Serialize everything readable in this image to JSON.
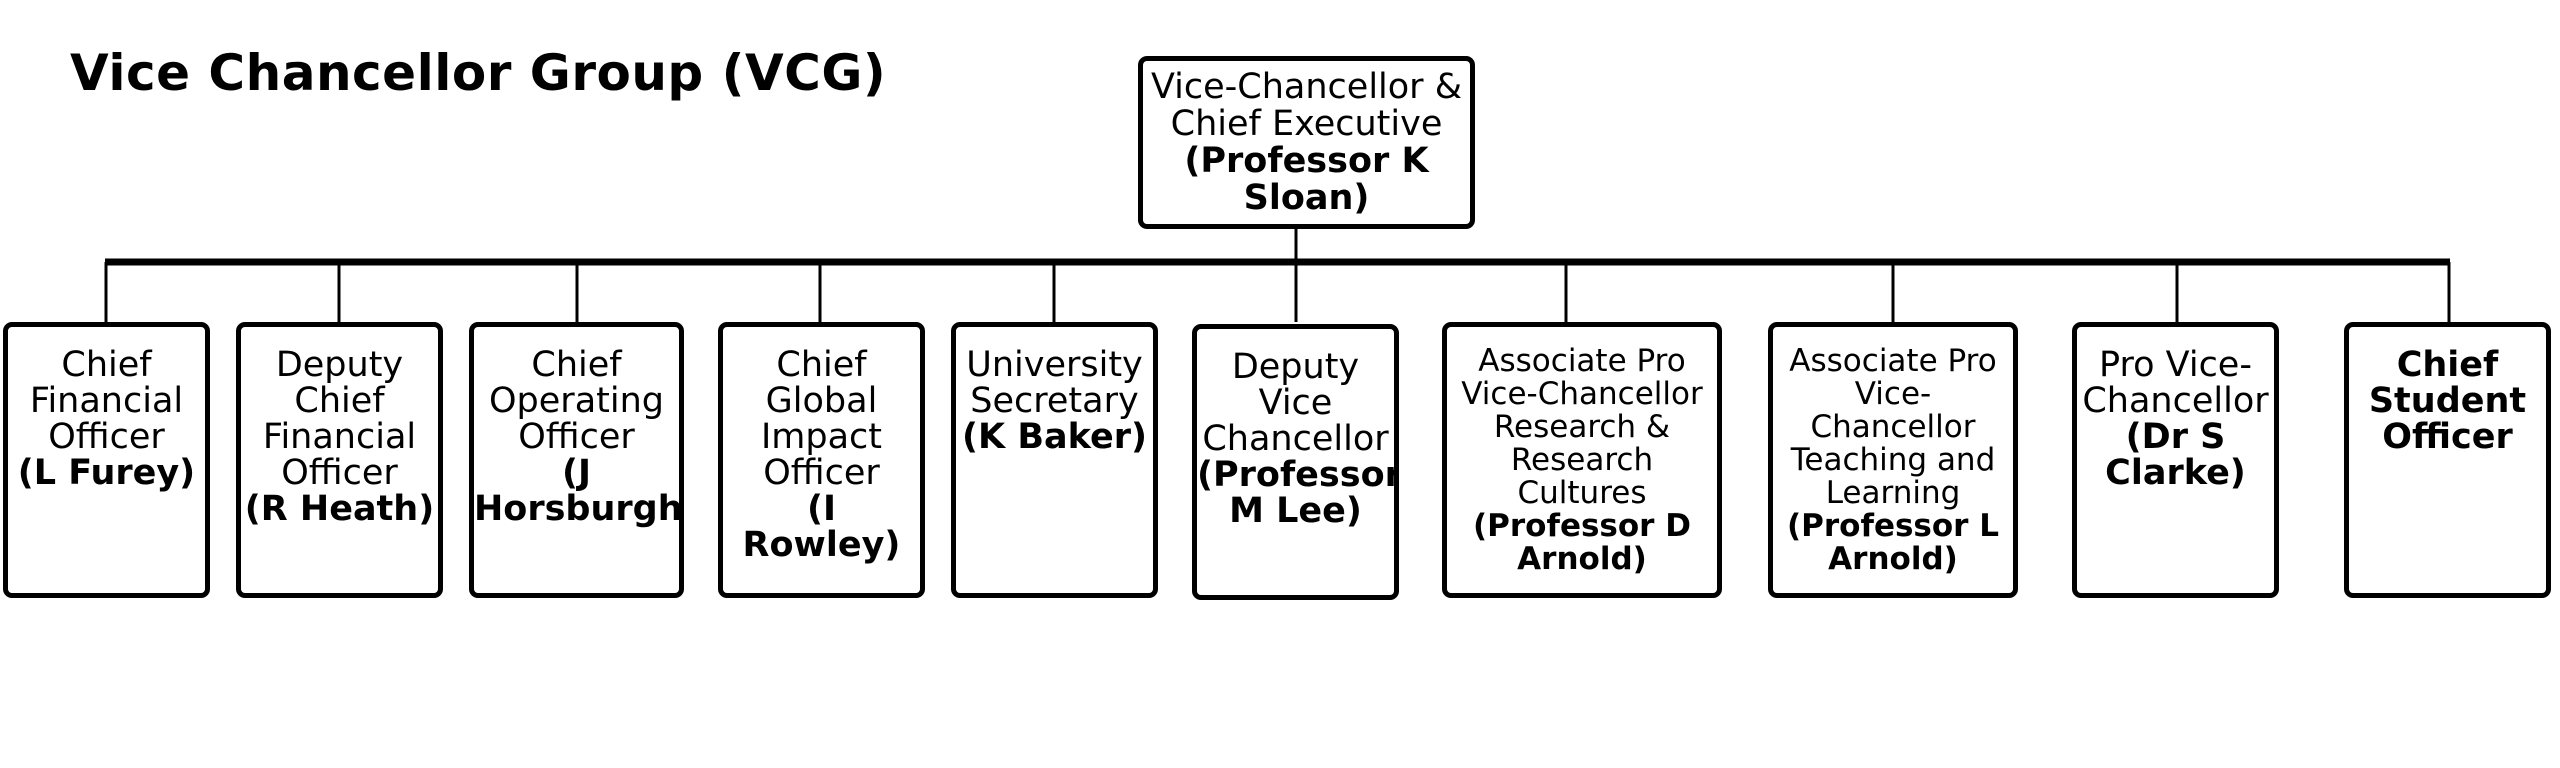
{
  "title": "Vice Chancellor Group (VCG)",
  "top": {
    "role": "Vice-Chancellor & Chief Executive",
    "holder": "(Professor K Sloan)"
  },
  "reports": [
    {
      "role": "Chief Financial Officer",
      "holder": "(L Furey)"
    },
    {
      "role": "Deputy Chief Financial Officer",
      "holder": "(R Heath)"
    },
    {
      "role": "Chief Operating Officer",
      "holder": "(J Horsburgh)"
    },
    {
      "role": "Chief Global Impact Officer",
      "holder": "(I Rowley)"
    },
    {
      "role": "University Secretary",
      "holder": "(K Baker)"
    },
    {
      "role": "Deputy Vice Chancellor",
      "holder": "(Professor M Lee)"
    },
    {
      "role": "Associate Pro Vice-Chancellor Research & Research Cultures",
      "holder": "(Professor D Arnold)"
    },
    {
      "role": "Associate Pro Vice-Chancellor Teaching and Learning",
      "holder": "(Professor L Arnold)"
    },
    {
      "role": "Pro Vice-Chancellor",
      "holder": "(Dr S Clarke)"
    },
    {
      "role": "Chief Student Officer",
      "holder": ""
    }
  ]
}
